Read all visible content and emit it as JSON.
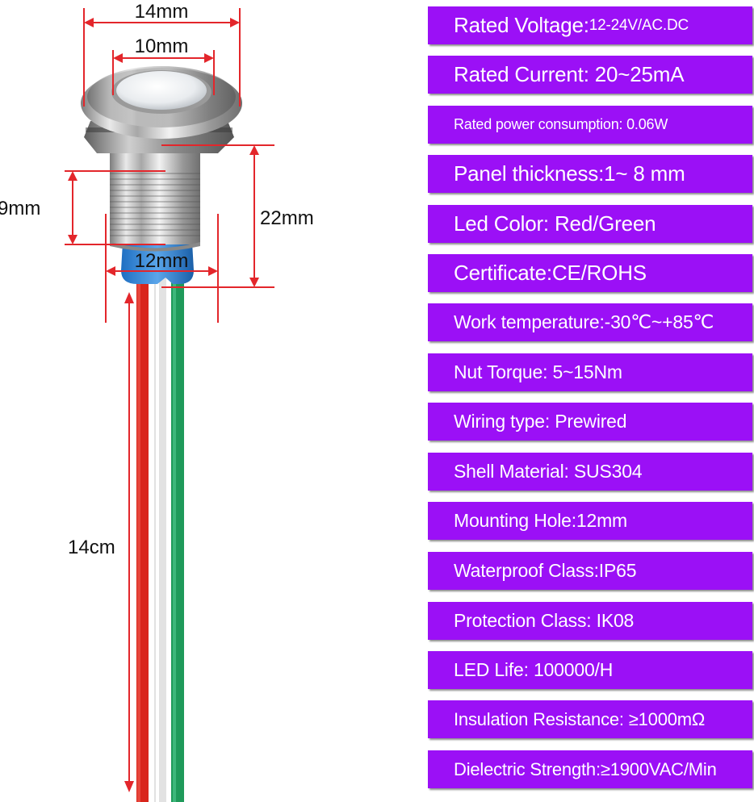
{
  "dimensions": {
    "top_width": "14mm",
    "lens_width": "10mm",
    "thread_length": "9mm",
    "body_height": "22mm",
    "hole_diameter": "12mm",
    "wire_length": "14cm"
  },
  "colors": {
    "spec_background": "#9b10f6",
    "spec_text": "#ffffff",
    "dimension_arrow": "#e3262b",
    "wire_red": "#d9261c",
    "wire_white": "#e2e2e2",
    "wire_green": "#1f9a5a"
  },
  "specs": [
    {
      "label": "Rated Voltage:",
      "value": "12-24V/AC.DC"
    },
    {
      "label": "Rated Current: 20~25mA",
      "value": ""
    },
    {
      "label": "Rated power consumption: 0.06W",
      "value": ""
    },
    {
      "label": "Panel thickness:1~ 8 mm",
      "value": ""
    },
    {
      "label": "Led Color: Red/Green",
      "value": ""
    },
    {
      "label": "Certificate:CE/ROHS",
      "value": ""
    },
    {
      "label": "Work temperature:-30℃~+85℃",
      "value": ""
    },
    {
      "label": "Nut Torque: 5~15Nm",
      "value": ""
    },
    {
      "label": "Wiring type: Prewired",
      "value": ""
    },
    {
      "label": "Shell Material: SUS304",
      "value": ""
    },
    {
      "label": "Mounting Hole:12mm",
      "value": ""
    },
    {
      "label": "Waterproof Class:IP65",
      "value": ""
    },
    {
      "label": "Protection Class: IK08",
      "value": ""
    },
    {
      "label": "LED Life: 100000/H",
      "value": ""
    },
    {
      "label": "Insulation Resistance: ≥1000mΩ",
      "value": ""
    },
    {
      "label": "Dielectric Strength:≥1900VAC/Min",
      "value": ""
    }
  ]
}
